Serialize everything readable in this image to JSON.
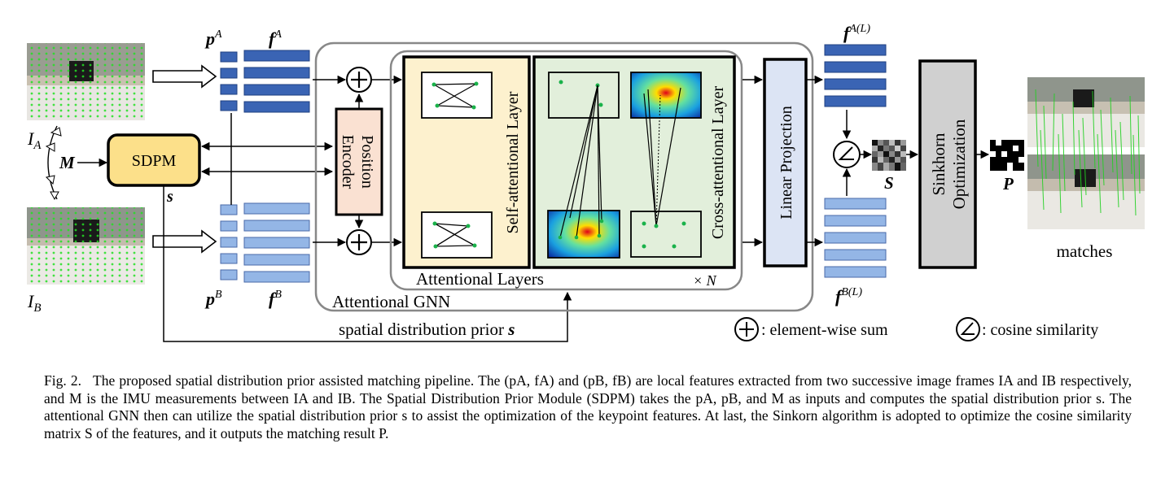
{
  "labels": {
    "pA": "p",
    "pA_sup": "A",
    "fA": "f",
    "fA_sup": "A",
    "pB": "p",
    "pB_sup": "B",
    "fB": "f",
    "fB_sup": "B",
    "IA": "I",
    "IA_sub": "A",
    "IB": "I",
    "IB_sub": "B",
    "M": "M",
    "s": "s",
    "S": "S",
    "P": "P",
    "fAL": "f",
    "fAL_sup": "A(L)",
    "fBL": "f",
    "fBL_sup": "B(L)",
    "xN": "× N"
  },
  "blocks": {
    "sdpm": "SDPM",
    "position_encoder_1": "Position",
    "position_encoder_2": "Encoder",
    "self_attention": "Self-attentional Layer",
    "cross_attention": "Cross-attentional Layer",
    "attentional_layers": "Attentional Layers",
    "attentional_gnn": "Attentional GNN",
    "linear_projection": "Linear Projection",
    "sinkhorn_1": "Sinkhorn",
    "sinkhorn_2": "Optimization",
    "matches": "matches",
    "spatial_prior": "spatial distribution prior"
  },
  "legend": {
    "sum": ": element-wise sum",
    "cosine": ": cosine similarity"
  },
  "colors": {
    "feature_dark": "#3a64b4",
    "feature_light": "#94b6e6",
    "sdpm_fill": "#fce08a",
    "encoder_fill": "#fae1d2",
    "self_fill": "#fdf1ce",
    "cross_fill": "#e2efdb",
    "projection_fill": "#dce4f4",
    "sinkhorn_fill": "#d0d0d0",
    "keypoint": "#23b84a"
  },
  "caption": {
    "label": "Fig. 2.",
    "text": "The proposed spatial distribution prior assisted matching pipeline. The (pA, fA) and (pB, fB) are local features extracted from two successive image frames IA and IB respectively, and M is the IMU measurements between IA and IB. The Spatial Distribution Prior Module (SDPM) takes the pA, pB, and M as inputs and computes the spatial distribution prior s. The attentional GNN then can utilize the spatial distribution prior s to assist the optimization of the keypoint features. At last, the Sinkorn algorithm is adopted to optimize the cosine similarity matrix S of the features, and it outputs the matching result P."
  }
}
